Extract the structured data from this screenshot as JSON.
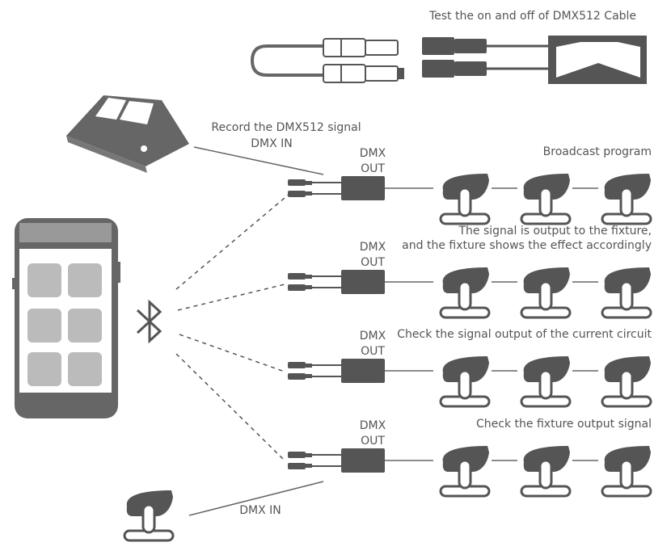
{
  "labels": {
    "test_cable": "Test the on and off of DMX512 Cable",
    "record_signal": "Record the DMX512 signal",
    "dmx_in_top": "DMX  IN",
    "dmx_in_bottom": "DMX  IN"
  },
  "rows": [
    {
      "dmx": "DMX",
      "out": "OUT",
      "caption": [
        "Broadcast program"
      ]
    },
    {
      "dmx": "DMX",
      "out": "OUT",
      "caption": [
        "The signal is output to the fixture,",
        "and the fixture shows the effect accordingly"
      ]
    },
    {
      "dmx": "DMX",
      "out": "OUT",
      "caption": [
        "Check the signal output of the current circuit"
      ]
    },
    {
      "dmx": "DMX",
      "out": "OUT",
      "caption": [
        "Check  the fixture output signal"
      ]
    }
  ],
  "colors": {
    "dark": "#555555",
    "mid": "#888888",
    "light": "#b5b5b5",
    "line": "#666666"
  },
  "icons": [
    "xlr-cable-icon",
    "dmx-tester-icon",
    "lighting-console-icon",
    "phone-app-icon",
    "bluetooth-icon",
    "dmx-interface-icon",
    "moving-head-fixture-icon"
  ]
}
